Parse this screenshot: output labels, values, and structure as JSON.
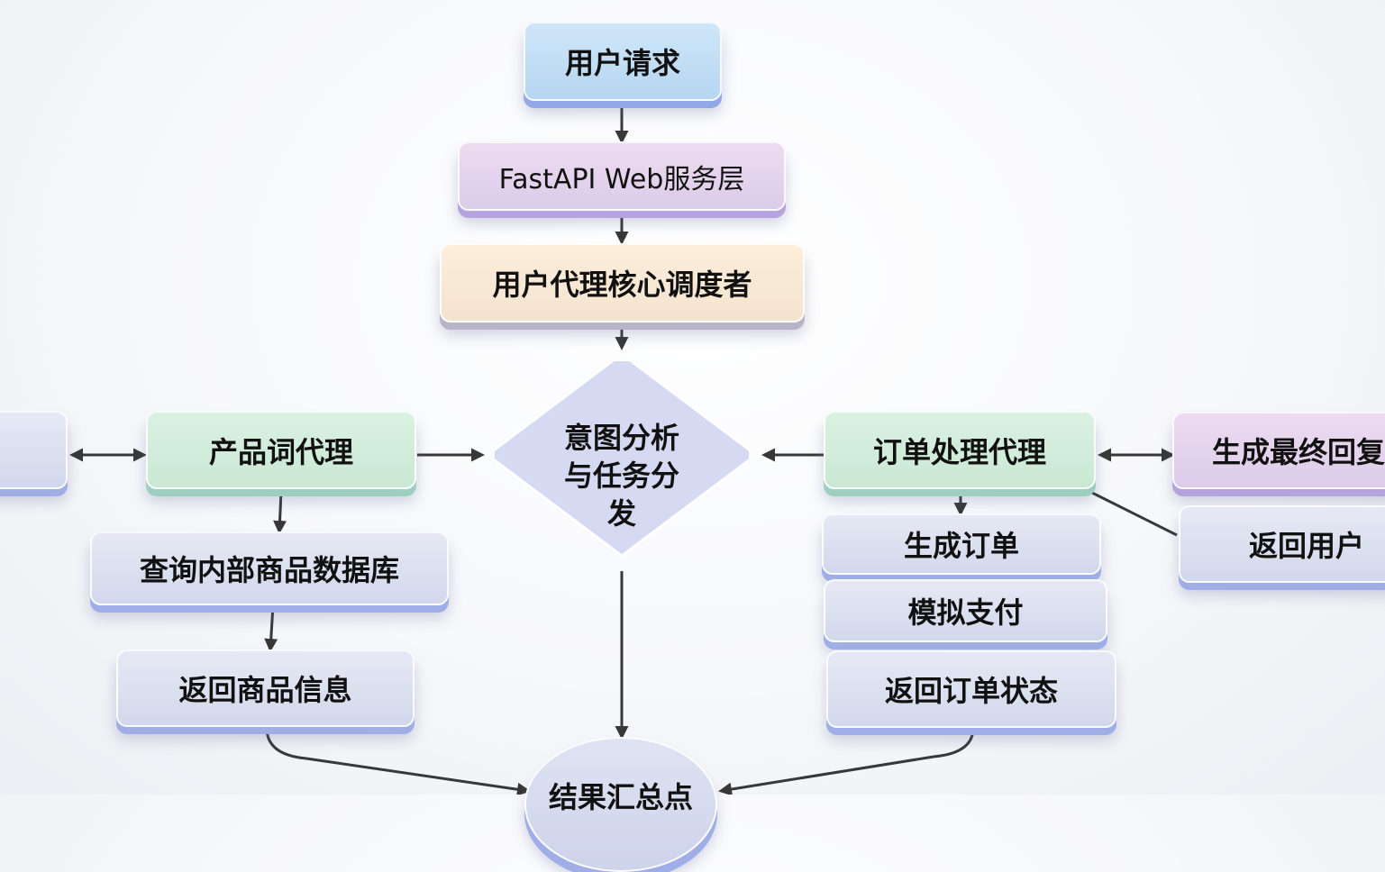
{
  "nodes": {
    "user_request": "用户请求",
    "fastapi": "FastAPI Web服务层",
    "user_agent": "用户代理核心调度者",
    "intent": "意图分析与任务分发",
    "product_agent": "产品词代理",
    "order_agent": "订单处理代理",
    "query_db": "查询内部商品数据库",
    "return_product": "返回商品信息",
    "create_order": "生成订单",
    "mock_pay": "模拟支付",
    "return_status": "返回订单状态",
    "final_reply": "生成最终回复",
    "return_user": "返回用户",
    "summary": "结果汇总点",
    "left_partial": ""
  },
  "colors": {
    "edge": "#383838",
    "diamond_fill": "#d5d9f1",
    "diamond_side": "#9aa6dc"
  }
}
